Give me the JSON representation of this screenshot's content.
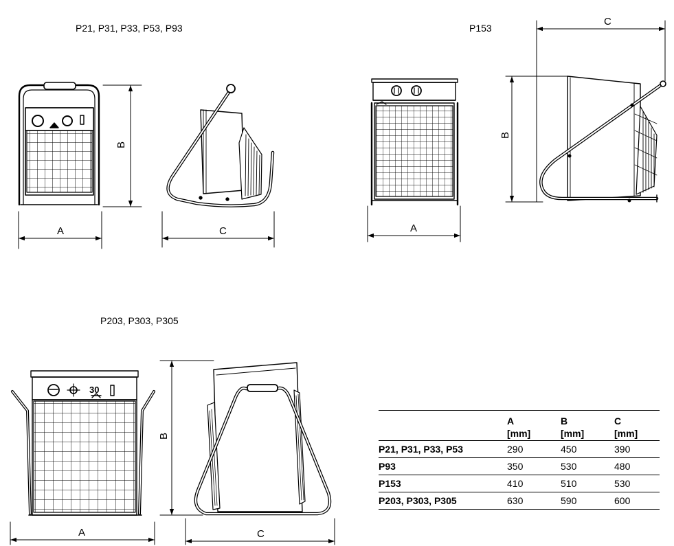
{
  "groups": {
    "small": {
      "title": "P21, P31, P33, P53, P93"
    },
    "medium": {
      "title": "P153"
    },
    "large": {
      "title": "P203, P303, P305"
    }
  },
  "dimension_letters": {
    "a": "A",
    "b": "B",
    "c": "C"
  },
  "control_panel": {
    "setting_label": "30"
  },
  "table": {
    "headers": [
      {
        "name": "",
        "unit": ""
      },
      {
        "name": "A",
        "unit": "[mm]"
      },
      {
        "name": "B",
        "unit": "[mm]"
      },
      {
        "name": "C",
        "unit": "[mm]"
      }
    ],
    "rows": [
      {
        "model": "P21, P31, P33, P53",
        "a": "290",
        "b": "450",
        "c": "390"
      },
      {
        "model": "P93",
        "a": "350",
        "b": "530",
        "c": "480"
      },
      {
        "model": "P153",
        "a": "410",
        "b": "510",
        "c": "530"
      },
      {
        "model": "P203, P303, P305",
        "a": "630",
        "b": "590",
        "c": "600"
      }
    ]
  }
}
